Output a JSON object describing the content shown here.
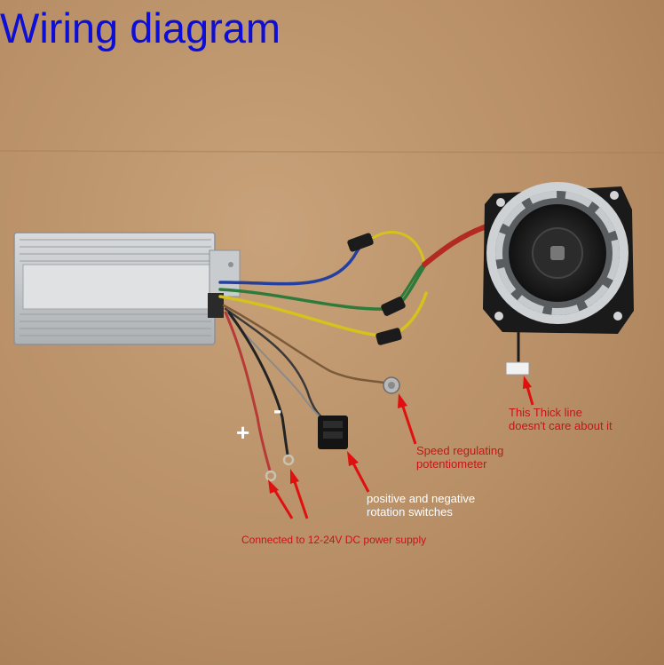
{
  "title": "Wiring diagram",
  "labels": {
    "power": "Connected to 12-24V DC power supply",
    "switch_line1": "positive and negative",
    "switch_line2": "rotation switches",
    "pot_line1": "Speed regulating",
    "pot_line2": "potentiometer",
    "thick_line1": "This Thick line",
    "thick_line2": "doesn't care about it",
    "plus": "+",
    "minus": "-"
  },
  "colors": {
    "title": "#0d0fd6",
    "annotation": "#c41616",
    "arrow": "#e01010",
    "annotation_light": "#ffffff"
  },
  "icons": [
    "arrow-icon",
    "plus-icon",
    "minus-icon"
  ]
}
